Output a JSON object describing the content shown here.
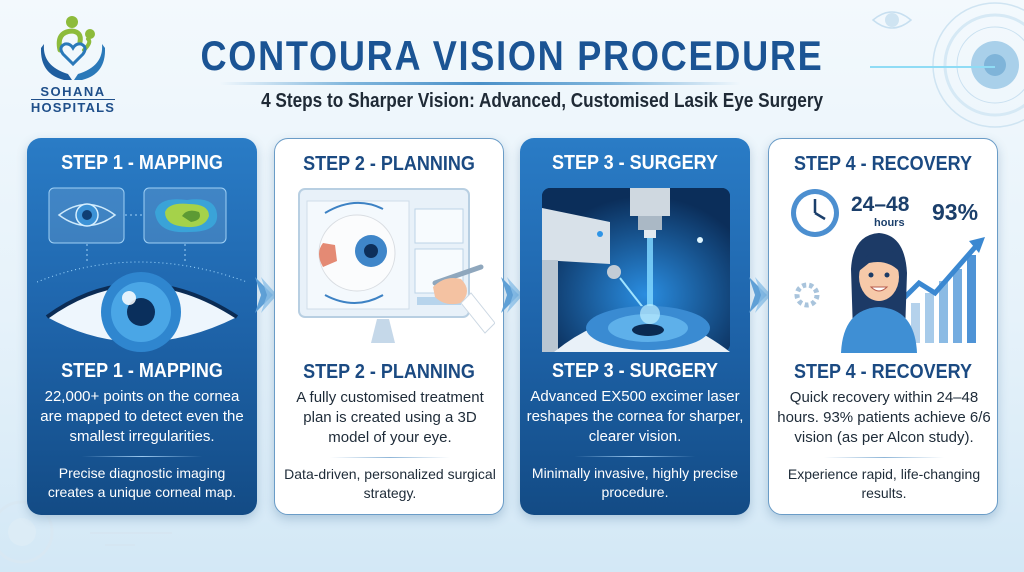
{
  "brand": {
    "line1": "SOHANA",
    "line2": "HOSPITALS"
  },
  "header": {
    "title": "CONTOURA VISION PROCEDURE",
    "subtitle": "4 Steps to Sharper Vision: Advanced, Customised Lasik Eye Surgery"
  },
  "colors": {
    "primary_blue": "#1f66ad",
    "dark_blue": "#134b85",
    "title_blue": "#1b5494",
    "logo_green": "#8dbb3b"
  },
  "steps": [
    {
      "header": "STEP 1 - MAPPING",
      "title": "STEP 1 - MAPPING",
      "description": "22,000+ points on the cornea are mapped to detect even the smallest irregularities.",
      "note": "Precise diagnostic imaging creates a unique corneal map.",
      "illustration": "eye-scan-topography"
    },
    {
      "header": "STEP 2 - PLANNING",
      "title": "STEP 2 - PLANNING",
      "description": "A fully customised treatment plan is created using a 3D model of your eye.",
      "note": "Data-driven, personalized surgical strategy.",
      "illustration": "3d-eye-model-monitor"
    },
    {
      "header": "STEP 3 - SURGERY",
      "title": "STEP 3 - SURGERY",
      "description": "Advanced EX500 excimer laser reshapes the cornea for sharper, clearer vision.",
      "note": "Minimally invasive, highly precise procedure.",
      "illustration": "excimer-laser-on-eye"
    },
    {
      "header": "STEP 4 - RECOVERY",
      "title": "STEP 4 - RECOVERY",
      "description": "Quick recovery within 24–48 hours. 93% patients achieve 6/6 vision (as per Alcon study).",
      "note": "Experience rapid, life-changing results.",
      "illustration": "happy-patient-chart",
      "stats": {
        "hours_value": "24–48",
        "hours_label": "hours",
        "percent": "93%"
      }
    }
  ]
}
